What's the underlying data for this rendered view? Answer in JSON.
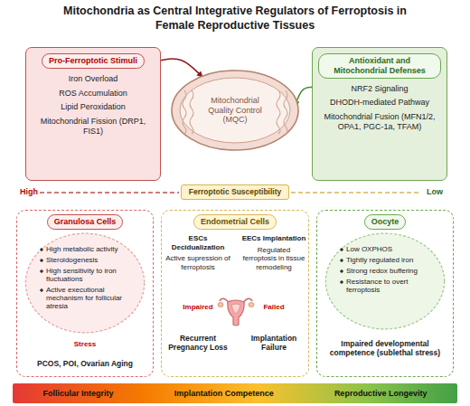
{
  "diagram": {
    "title": "Mitochondria as Central Integrative Regulators of Ferroptosis in Female Reproductive Tissues",
    "nodes": [
      {
        "text": [
          "Pro-Ferroptotic Stimuli",
          "Iron Overload",
          "ROS Accumulation",
          "Lipid Peroxidation",
          "Mitochondrial Fission (DRP1, FIS1)"
        ]
      },
      {
        "text": [
          "Mitochondrial Quality Control (MQC)"
        ]
      },
      {
        "text": [
          "Antioxidant and Mitochondrial Defenses",
          "NRF2 Signaling",
          "DHODH-mediated Pathway",
          "Mitochondrial Fusion (MFN1/2, OPA1, PGC-1a, TFAM)"
        ]
      },
      {
        "text": [
          "Ferroptotic Susceptibility"
        ]
      },
      {
        "text": [
          "Granulosa Cells"
        ]
      },
      {
        "text": [
          "High metabolic activity",
          "Steroidogenesis",
          "High sensitivity to iron fluctuations",
          "Active executional mechanism for follicular atresia"
        ],
        "in": 4
      },
      {
        "text": [
          "PCOS, POI, Ovarian Aging"
        ],
        "in": 4
      },
      {
        "text": [
          "Endometrial Cells"
        ]
      },
      {
        "text": [
          "ESCs Decidualization",
          "Active supression of ferroptosis"
        ],
        "in": 7
      },
      {
        "text": [
          "Recurrent Pregnancy Loss"
        ],
        "in": 7
      },
      {
        "text": [
          "EECs Implantation",
          "Regulated ferroptosis in tissue remodeling"
        ],
        "in": 7
      },
      {
        "text": [
          "Implantation Failure"
        ],
        "in": 7
      },
      {
        "text": [
          "Oocyte"
        ]
      },
      {
        "text": [
          "Low OXPHOS",
          "Tightly regulated iron",
          "Strong redox buffering",
          "Resistance to overt ferroptosis"
        ],
        "in": 12
      },
      {
        "text": [
          "Impaired developmental competence (sublethal stress)"
        ],
        "in": 12
      },
      {
        "text": [
          "Follicular Integrity",
          "Implantation Competence",
          "Reproductive Longevity"
        ]
      }
    ],
    "edges": [
      {
        "from": 0,
        "to": 1,
        "arrow": "to"
      },
      {
        "from": 2,
        "to": 1,
        "arrow": "to"
      },
      {
        "from": 5,
        "to": 6,
        "label": "Stress",
        "arrow": "to"
      },
      {
        "from": 8,
        "to": 9,
        "label": "Impaired",
        "arrow": "to"
      },
      {
        "from": 10,
        "to": 11,
        "label": "Failed",
        "arrow": "to"
      }
    ],
    "labels": [
      "High",
      "Low"
    ]
  }
}
